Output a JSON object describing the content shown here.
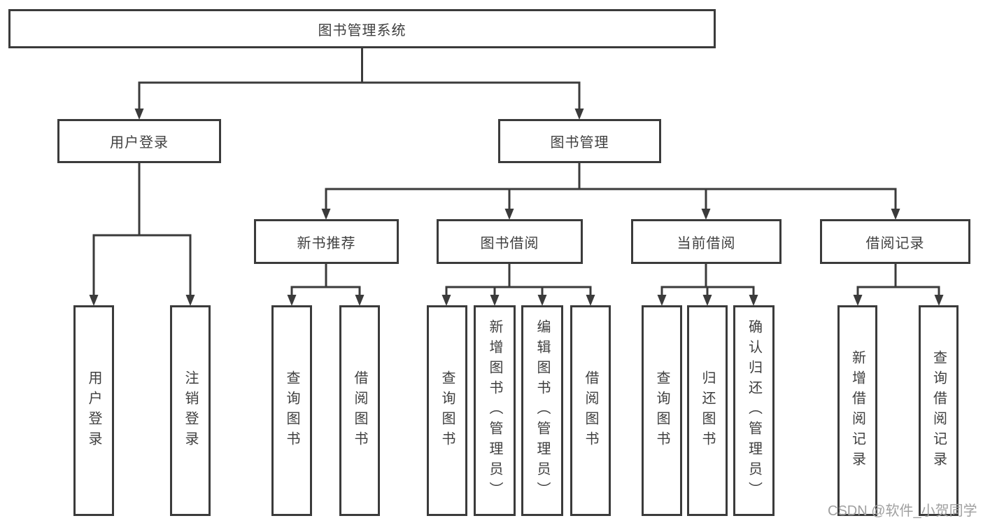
{
  "diagram": {
    "root": {
      "label": "图书管理系统"
    },
    "branches": [
      {
        "label": "用户登录",
        "leaves": [
          "用户登录",
          "注销登录"
        ]
      },
      {
        "label": "图书管理",
        "groups": [
          {
            "label": "新书推荐",
            "leaves": [
              "查询图书",
              "借阅图书"
            ]
          },
          {
            "label": "图书借阅",
            "leaves": [
              "查询图书",
              "新增图书（管理员）",
              "编辑图书（管理员）",
              "借阅图书"
            ]
          },
          {
            "label": "当前借阅",
            "leaves": [
              "查询图书",
              "归还图书",
              "确认归还（管理员）"
            ]
          },
          {
            "label": "借阅记录",
            "leaves": [
              "新增借阅记录",
              "查询借阅记录"
            ]
          }
        ]
      }
    ]
  },
  "watermark": "CSDN @软件_小贺同学",
  "colors": {
    "line": "#3b3b3b",
    "text": "#3f3f3f",
    "watermark": "#a0a0a0",
    "background": "#ffffff"
  }
}
